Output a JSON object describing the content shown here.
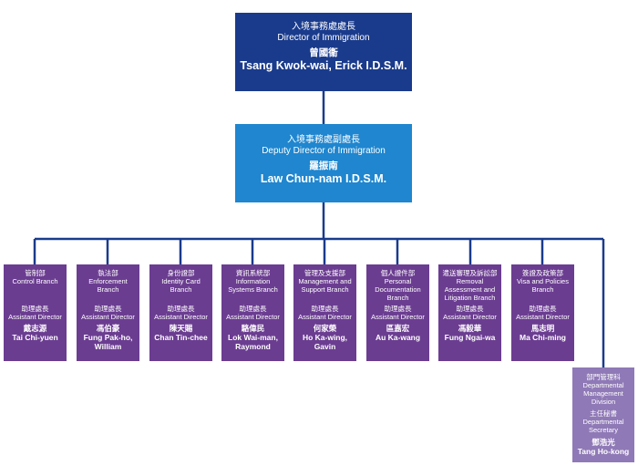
{
  "director": {
    "title_zh": "入境事務處處長",
    "title_en": "Director of Immigration",
    "name_zh": "曾國衞",
    "name_en": "Tsang Kwok-wai, Erick I.D.S.M."
  },
  "deputy": {
    "title_zh": "入境事務處副處長",
    "title_en": "Deputy Director of Immigration",
    "name_zh": "羅振南",
    "name_en": "Law Chun-nam I.D.S.M."
  },
  "branches": [
    {
      "branch_zh": "管制部",
      "branch_en": "Control Branch",
      "title_zh": "助理處長",
      "title_en": "Assistant Director",
      "name_zh": "戴志源",
      "name_en": "Tai Chi-yuen"
    },
    {
      "branch_zh": "執法部",
      "branch_en": "Enforcement Branch",
      "title_zh": "助理處長",
      "title_en": "Assistant Director",
      "name_zh": "馮伯豪",
      "name_en": "Fung Pak-ho, William"
    },
    {
      "branch_zh": "身份證部",
      "branch_en": "Identity Card Branch",
      "title_zh": "助理處長",
      "title_en": "Assistant Director",
      "name_zh": "陳天賜",
      "name_en": "Chan Tin-chee"
    },
    {
      "branch_zh": "資訊系統部",
      "branch_en": "Information Systems Branch",
      "title_zh": "助理處長",
      "title_en": "Assistant Director",
      "name_zh": "駱偉民",
      "name_en": "Lok Wai-man, Raymond"
    },
    {
      "branch_zh": "管理及支援部",
      "branch_en": "Management and Support Branch",
      "title_zh": "助理處長",
      "title_en": "Assistant Director",
      "name_zh": "何家榮",
      "name_en": "Ho Ka-wing, Gavin"
    },
    {
      "branch_zh": "個人證件部",
      "branch_en": "Personal Documentation Branch",
      "title_zh": "助理處長",
      "title_en": "Assistant Director",
      "name_zh": "區嘉宏",
      "name_en": "Au Ka-wang"
    },
    {
      "branch_zh": "遣送審理及訴訟部",
      "branch_en": "Removal Assessment and Litigation Branch",
      "title_zh": "助理處長",
      "title_en": "Assistant Director",
      "name_zh": "馮毅華",
      "name_en": "Fung Ngai-wa"
    },
    {
      "branch_zh": "簽證及政策部",
      "branch_en": "Visa and Policies Branch",
      "title_zh": "助理處長",
      "title_en": "Assistant Director",
      "name_zh": "馬志明",
      "name_en": "Ma Chi-ming"
    }
  ],
  "department": {
    "division_zh": "部門管理科",
    "division_en": "Departmental Management Division",
    "title_zh": "主任秘書",
    "title_en": "Departmental Secretary",
    "name_zh": "鄧浩光",
    "name_en": "Tang Ho-kong"
  },
  "colors": {
    "director": "#1a3b8c",
    "deputy": "#1f86cf",
    "branch": "#6b3d91",
    "division": "#8f79b6",
    "connector": "#1a3b8c"
  }
}
